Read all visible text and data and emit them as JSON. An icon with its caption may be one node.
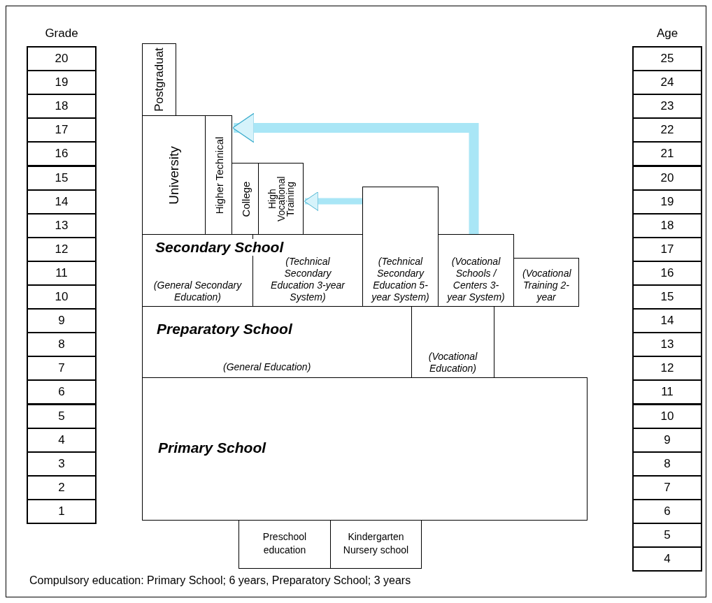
{
  "diagram": {
    "caption": "Compulsory education: Primary School; 6 years, Preparatory School; 3 years",
    "nodes": [
      {
        "text": [
          "Postgraduat"
        ]
      },
      {
        "text": [
          "University"
        ]
      },
      {
        "text": [
          "Higher Technical"
        ]
      },
      {
        "text": [
          "College"
        ]
      },
      {
        "text": [
          "High Vocational Training"
        ]
      },
      {
        "text": [
          "(General Secondary Education)"
        ]
      },
      {
        "text": [
          "(Technical Secondary Education 3-year System)"
        ]
      },
      {
        "text": [
          "(Technical Secondary Education 5-year System)"
        ]
      },
      {
        "text": [
          "(Vocational Schools / Centers 3-year System)"
        ]
      },
      {
        "text": [
          "(Vocational Training 2-year"
        ]
      },
      {
        "text": [
          "Preparatory School",
          "(General Education)"
        ]
      },
      {
        "text": [
          "(Vocational Education)"
        ]
      },
      {
        "text": [
          "Primary School"
        ]
      },
      {
        "text": [
          "Preschool education"
        ]
      },
      {
        "text": [
          "Kindergarten Nursery school"
        ]
      }
    ],
    "edges": [
      {
        "from": 8,
        "to": 2,
        "arrow": "to"
      },
      {
        "from": 7,
        "to": 4,
        "arrow": "to"
      }
    ],
    "labels": [
      "Grade",
      "20",
      "19",
      "18",
      "17",
      "16",
      "15",
      "14",
      "13",
      "12",
      "11",
      "10",
      "9",
      "8",
      "7",
      "6",
      "5",
      "4",
      "3",
      "2",
      "1",
      "Age",
      "25",
      "24",
      "23",
      "22",
      "21",
      "20",
      "19",
      "18",
      "17",
      "16",
      "15",
      "14",
      "13",
      "12",
      "11",
      "10",
      "9",
      "8",
      "7",
      "6",
      "5",
      "4",
      "Secondary School"
    ]
  }
}
